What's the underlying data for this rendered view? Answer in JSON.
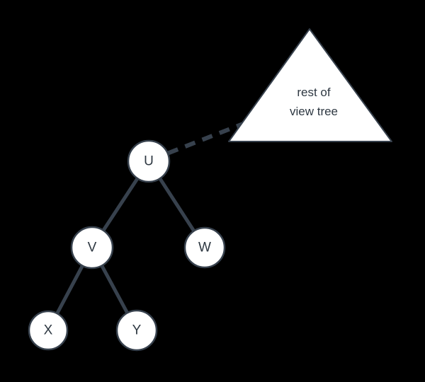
{
  "diagram": {
    "background_color": "#000000",
    "node_fill_color": "#ffffff",
    "line_color": "#37414d",
    "text_color": "#2e3842",
    "nodes": {
      "u": {
        "label": "U"
      },
      "v": {
        "label": "V"
      },
      "w": {
        "label": "W"
      },
      "x": {
        "label": "X"
      },
      "y": {
        "label": "Y"
      }
    },
    "rest_of_view_tree": {
      "line1": "rest of",
      "line2": "view tree"
    },
    "edges": [
      {
        "from": "U",
        "to": "V",
        "style": "solid"
      },
      {
        "from": "U",
        "to": "W",
        "style": "solid"
      },
      {
        "from": "V",
        "to": "X",
        "style": "solid"
      },
      {
        "from": "V",
        "to": "Y",
        "style": "solid"
      },
      {
        "from": "U",
        "to": "rest of view tree",
        "style": "dashed"
      }
    ]
  }
}
